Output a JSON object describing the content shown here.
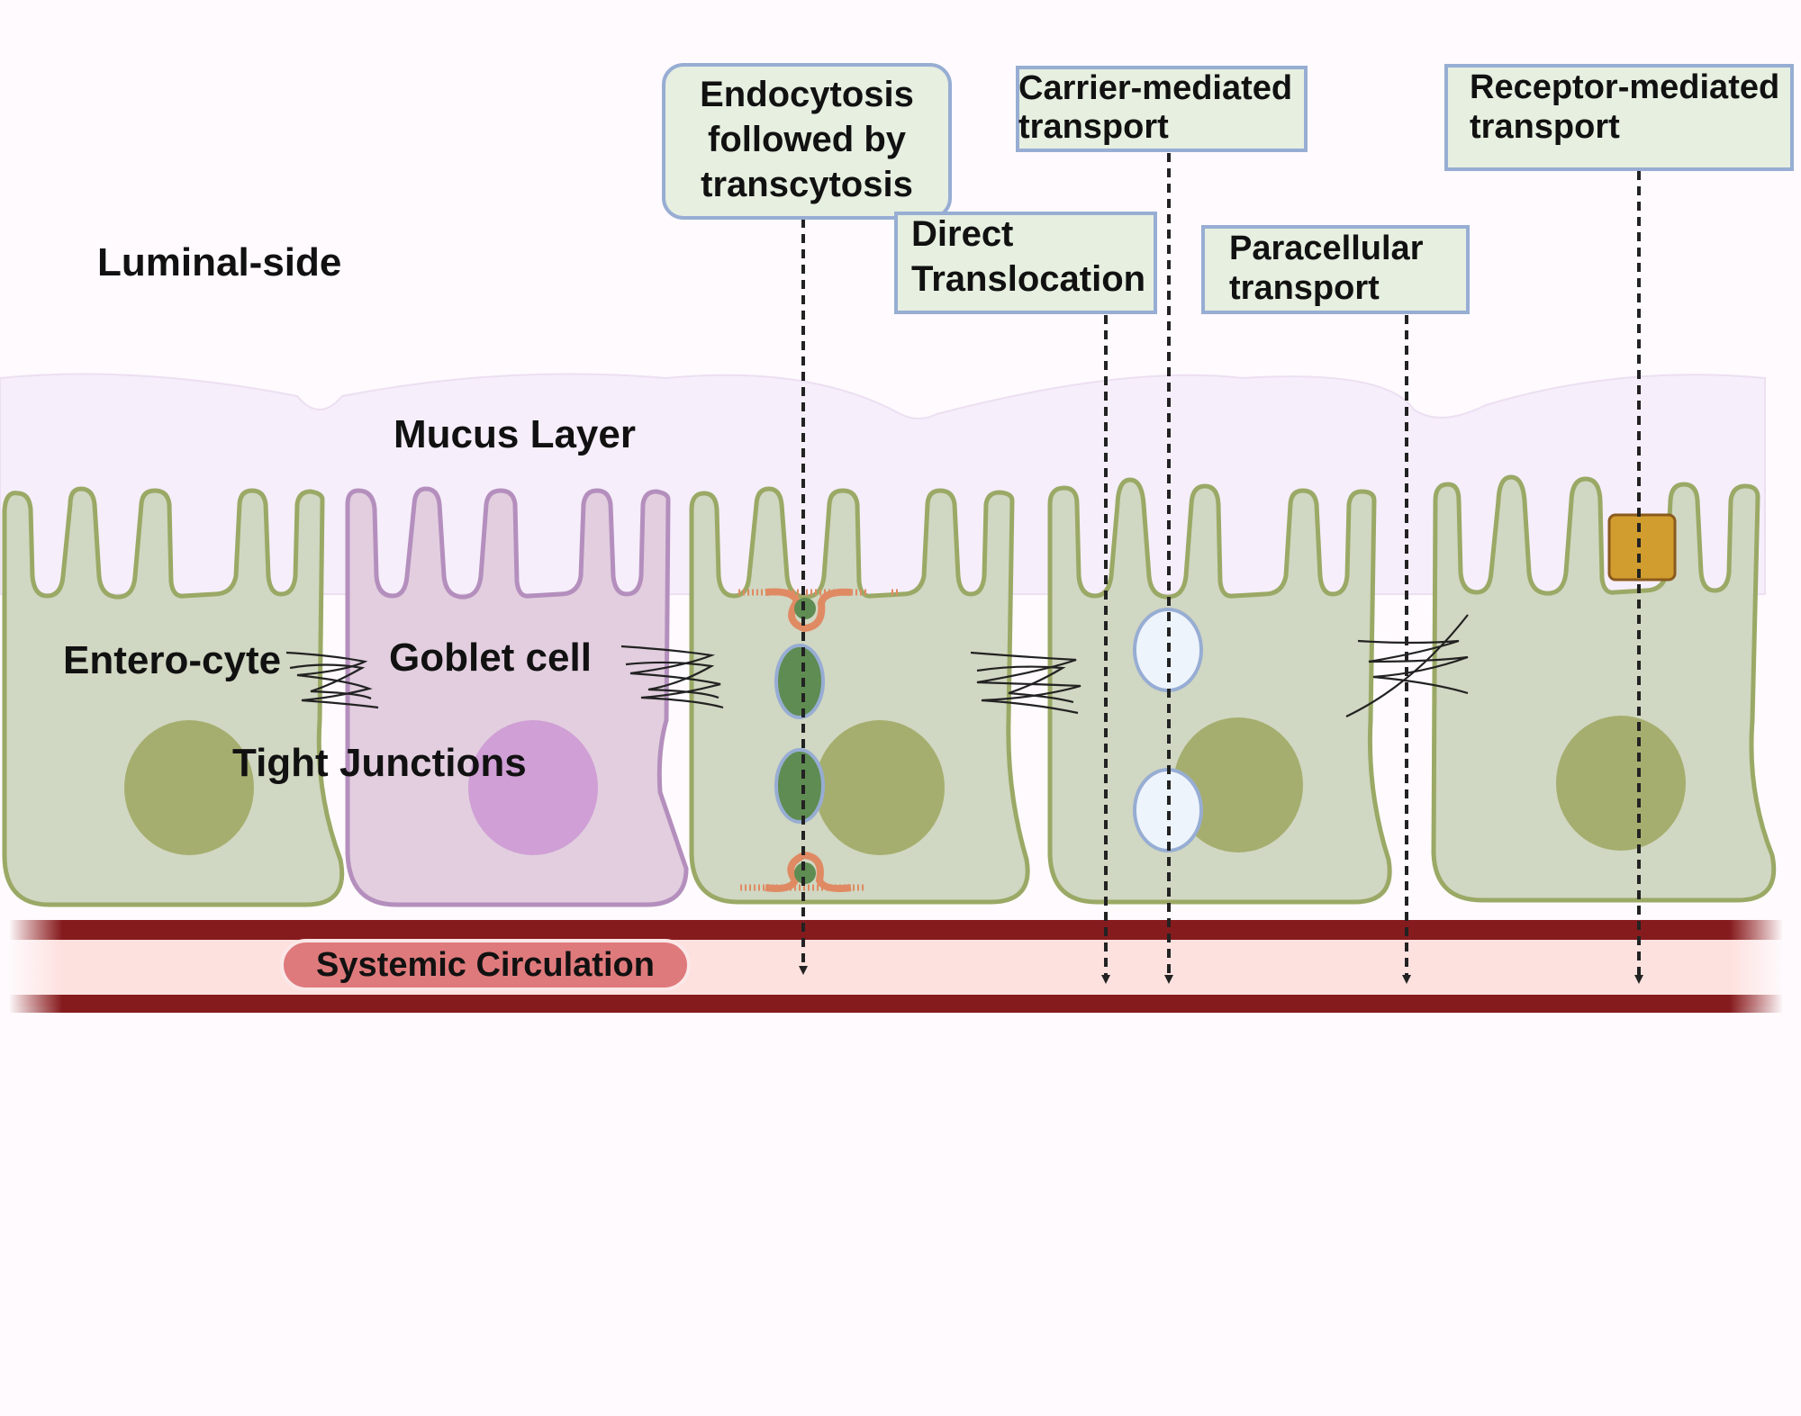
{
  "labels": {
    "luminal_side": "Luminal-side",
    "mucus_layer": "Mucus Layer",
    "enterocyte": "Entero-cyte",
    "goblet_cell": "Goblet cell",
    "tight_junctions": "Tight Junctions",
    "systemic_circulation": "Systemic Circulation"
  },
  "pathways": {
    "endocytosis": [
      "Endocytosis",
      "followed by",
      "transcytosis"
    ],
    "direct": [
      "Direct",
      "Translocation"
    ],
    "carrier": [
      "Carrier-mediated",
      "transport"
    ],
    "paracellular": [
      "Paracellular",
      "transport"
    ],
    "receptor": [
      "Receptor-mediated",
      "transport"
    ]
  },
  "colors": {
    "background": "#fefafd",
    "mucus": "#f6eefb",
    "enterocyte_fill": "#d0d7c2",
    "enterocyte_stroke": "#9aa965",
    "nucleus": "#a6ae6f",
    "goblet_fill": "#e2cedf",
    "goblet_stroke": "#b48fbd",
    "goblet_nucleus": "#cf9fd5",
    "label_box_fill": "#e6efe0",
    "label_box_stroke": "#97add3",
    "vesicle_green": "#5f8c52",
    "vesicle_white": "#eef4fc",
    "receptor": "#d19d2e",
    "membrane_orange": "#e08a63",
    "vessel_dark": "#861b1e",
    "vessel_lumen": "#fde1df",
    "circulation_pill": "#df7a7c"
  }
}
